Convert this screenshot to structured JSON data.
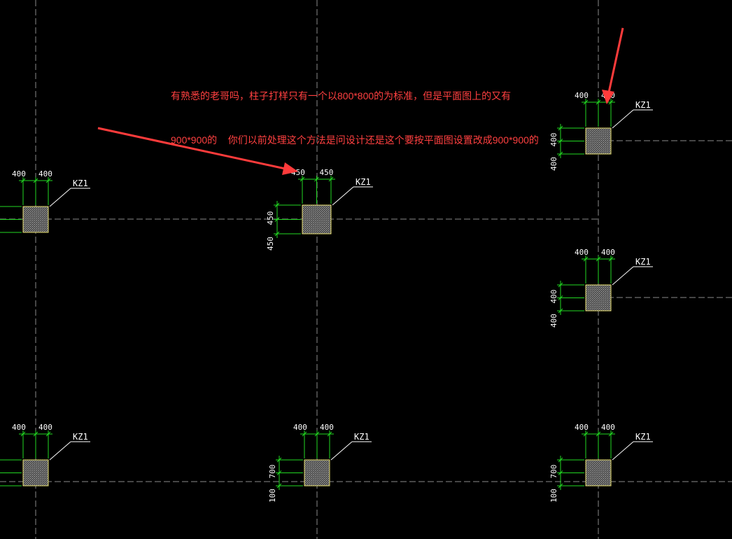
{
  "annotation": {
    "line1": "有熟悉的老哥吗，柱子打样只有一个以800*800的为标准，但是平面图上的又有",
    "line2": "900*900的    你们以前处理这个方法是问设计还是这个要按平面图设置改成900*900的"
  },
  "columns": [
    {
      "id": "col-left-mid",
      "tag": "KZ1",
      "top_dims": [
        "400",
        "400"
      ],
      "side_dims": []
    },
    {
      "id": "col-center-mid",
      "tag": "KZ1",
      "top_dims": [
        "450",
        "450"
      ],
      "side_dims": [
        "450",
        "450"
      ]
    },
    {
      "id": "col-right-top",
      "tag": "KZ1",
      "top_dims": [
        "400",
        "400"
      ],
      "side_dims": [
        "400",
        "400"
      ]
    },
    {
      "id": "col-right-mid",
      "tag": "KZ1",
      "top_dims": [
        "400",
        "400"
      ],
      "side_dims": [
        "400",
        "400"
      ]
    },
    {
      "id": "col-left-bottom",
      "tag": "KZ1",
      "top_dims": [
        "400",
        "400"
      ],
      "side_dims": []
    },
    {
      "id": "col-center-bottom",
      "tag": "KZ1",
      "top_dims": [
        "400",
        "400"
      ],
      "side_dims": [
        "700",
        "100"
      ]
    },
    {
      "id": "col-right-bottom",
      "tag": "KZ1",
      "top_dims": [
        "400",
        "400"
      ],
      "side_dims": [
        "700",
        "100"
      ]
    }
  ],
  "colors": {
    "background": "#000000",
    "grid_line": "#8a8a8a",
    "dimension": "#22d822",
    "column_fill": "#5a5a5a",
    "column_edge": "#e8e070",
    "leader": "#ffffff",
    "arrow": "#ff3b3b",
    "annotation_text": "#ff4040"
  }
}
